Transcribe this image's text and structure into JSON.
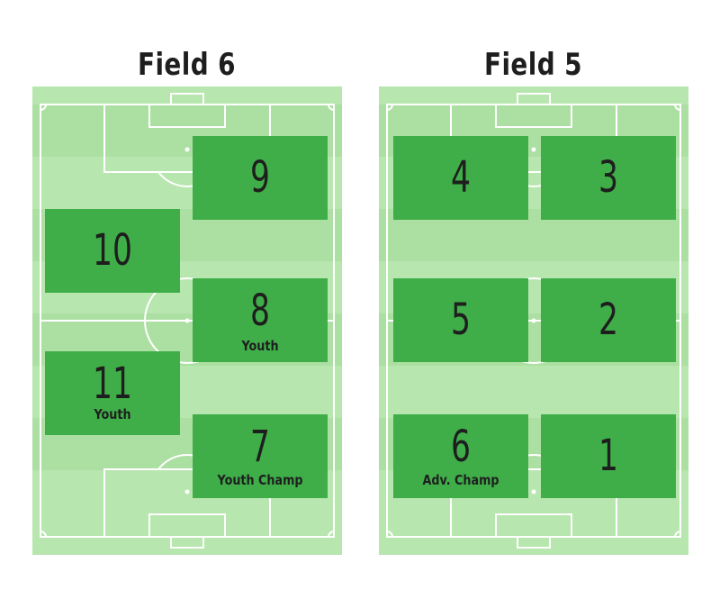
{
  "fields": [
    {
      "id": "field-6",
      "title": "Field 6",
      "minis": [
        {
          "number": "9",
          "label": ""
        },
        {
          "number": "10",
          "label": ""
        },
        {
          "number": "8",
          "label": "Youth"
        },
        {
          "number": "11",
          "label": "Youth"
        },
        {
          "number": "7",
          "label": "Youth Champ"
        }
      ]
    },
    {
      "id": "field-5",
      "title": "Field 5",
      "minis": [
        {
          "number": "4",
          "label": ""
        },
        {
          "number": "3",
          "label": ""
        },
        {
          "number": "5",
          "label": ""
        },
        {
          "number": "2",
          "label": ""
        },
        {
          "number": "6",
          "label": "Adv. Champ"
        },
        {
          "number": "1",
          "label": ""
        }
      ]
    }
  ],
  "colors": {
    "turf": "#b7e6ae",
    "turf_stripe": "#acdfa2",
    "mini_field": "#3fae49",
    "lines": "#ffffff",
    "text": "#1e1e1e"
  }
}
